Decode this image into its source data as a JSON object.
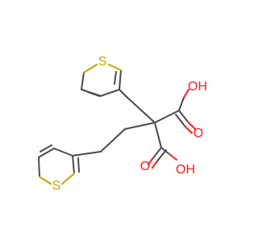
{
  "molecule": {
    "atoms": {
      "sulfur_top": "S",
      "sulfur_bottom": "S",
      "oh_top": "OH",
      "oh_bottom": "OH",
      "carbonyl_top": "O",
      "carbonyl_bottom": "O"
    },
    "colors": {
      "carbon_bond": "#4a4a4a",
      "oxygen": "#ff1a1a",
      "sulfur": "#c8a400"
    }
  }
}
